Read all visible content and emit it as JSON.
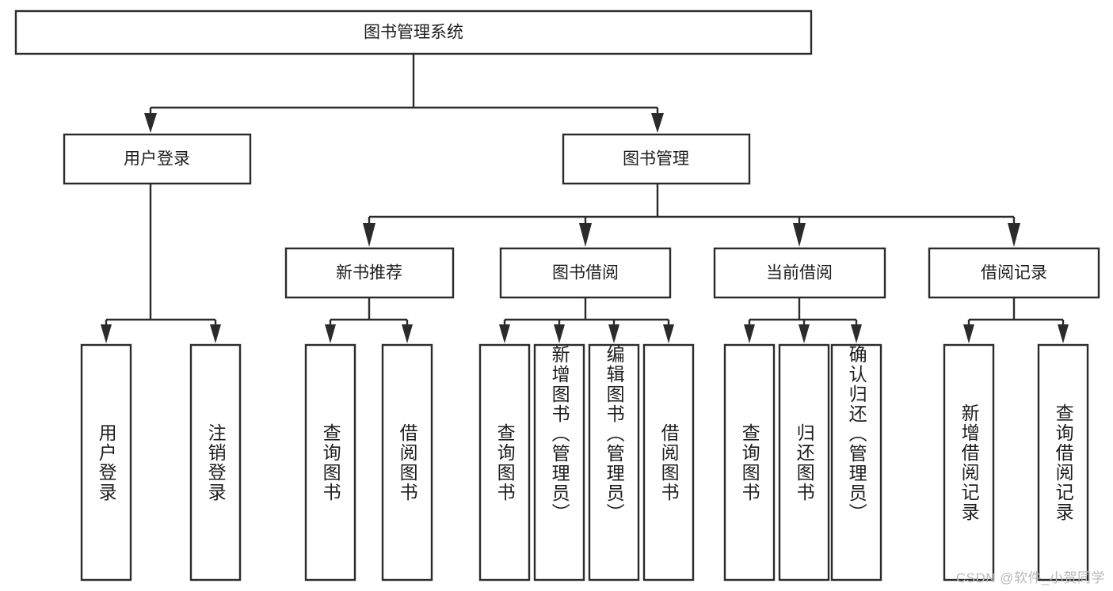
{
  "diagram": {
    "type": "tree-hierarchy-chart",
    "title": "图书管理系统",
    "background_color": "#ffffff",
    "line_color": "#2b2b2b",
    "text_color": "#1d1d1d",
    "root": {
      "label": "图书管理系统",
      "name": "node-root-library-management-system"
    },
    "level2": [
      {
        "label": "用户登录",
        "name": "node-user-login"
      },
      {
        "label": "图书管理",
        "name": "node-book-management"
      }
    ],
    "level3": [
      {
        "label": "新书推荐",
        "name": "node-new-book-recommendation"
      },
      {
        "label": "图书借阅",
        "name": "node-book-borrow"
      },
      {
        "label": "当前借阅",
        "name": "node-current-borrow"
      },
      {
        "label": "借阅记录",
        "name": "node-borrow-records"
      }
    ],
    "leaves": [
      {
        "label": "用户登录",
        "name": "leaf-user-login"
      },
      {
        "label": "注销登录",
        "name": "leaf-logout"
      },
      {
        "label": "查询图书",
        "name": "leaf-query-book-recommend"
      },
      {
        "label": "借阅图书",
        "name": "leaf-borrow-book-recommend"
      },
      {
        "label": "查询图书",
        "name": "leaf-query-book-borrow"
      },
      {
        "label": "新增图书（管理员）",
        "name": "leaf-add-book-admin"
      },
      {
        "label": "编辑图书（管理员）",
        "name": "leaf-edit-book-admin"
      },
      {
        "label": "借阅图书",
        "name": "leaf-borrow-book"
      },
      {
        "label": "查询图书",
        "name": "leaf-query-book-current"
      },
      {
        "label": "归还图书",
        "name": "leaf-return-book"
      },
      {
        "label": "确认归还（管理员）",
        "name": "leaf-confirm-return-admin"
      },
      {
        "label": "新增借阅记录",
        "name": "leaf-add-borrow-record"
      },
      {
        "label": "查询借阅记录",
        "name": "leaf-query-borrow-record"
      }
    ]
  },
  "watermark": {
    "text": "CSDN @软件_小贺同学"
  }
}
